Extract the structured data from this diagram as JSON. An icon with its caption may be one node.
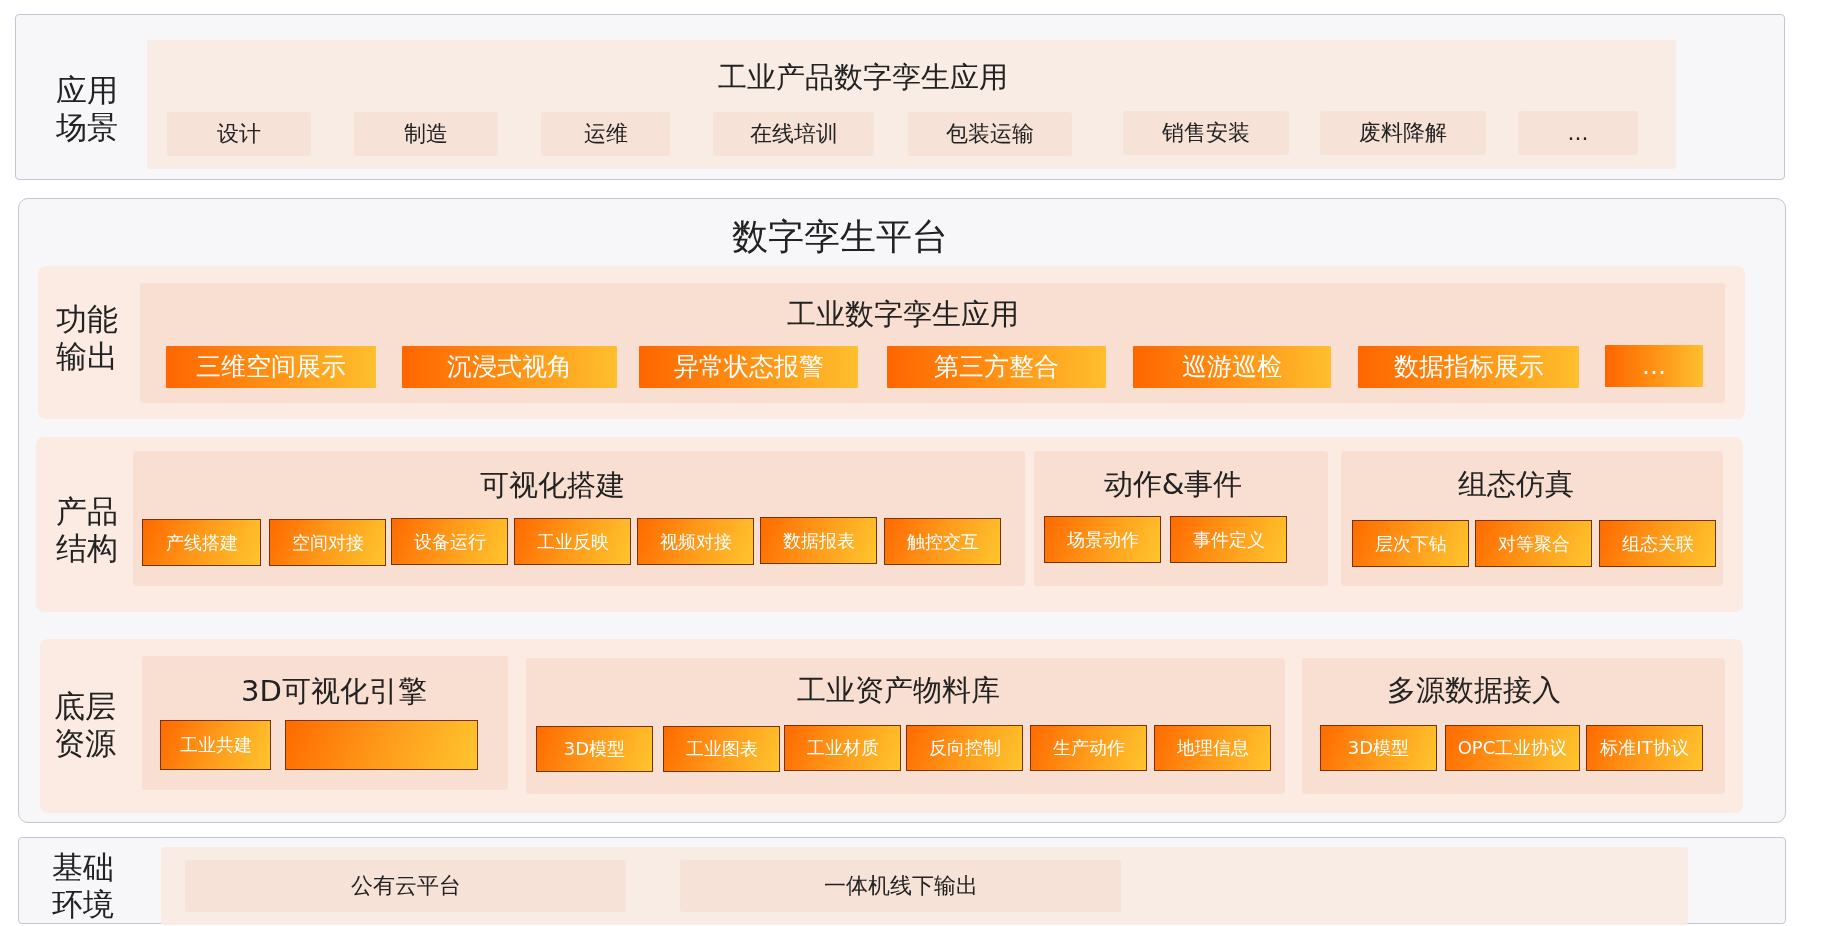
{
  "diagram": {
    "nodes": [
      {
        "text": [
          "应用场景"
        ]
      },
      {
        "text": [
          "工业产品数字孪生应用"
        ],
        "in": 0
      },
      {
        "text": [
          "设计"
        ],
        "in": 1
      },
      {
        "text": [
          "制造"
        ],
        "in": 1
      },
      {
        "text": [
          "运维"
        ],
        "in": 1
      },
      {
        "text": [
          "在线培训"
        ],
        "in": 1
      },
      {
        "text": [
          "包装运输"
        ],
        "in": 1
      },
      {
        "text": [
          "销售安装"
        ],
        "in": 1
      },
      {
        "text": [
          "废料降解"
        ],
        "in": 1
      },
      {
        "text": [
          "..."
        ],
        "in": 1
      },
      {
        "text": [
          "数字孪生平台"
        ]
      },
      {
        "text": [
          "功能输出"
        ],
        "in": 10
      },
      {
        "text": [
          "工业数字孪生应用"
        ],
        "in": 11
      },
      {
        "text": [
          "三维空间展示"
        ],
        "in": 12
      },
      {
        "text": [
          "沉浸式视角"
        ],
        "in": 12
      },
      {
        "text": [
          "异常状态报警"
        ],
        "in": 12
      },
      {
        "text": [
          "第三方整合"
        ],
        "in": 12
      },
      {
        "text": [
          "巡游巡检"
        ],
        "in": 12
      },
      {
        "text": [
          "数据指标展示"
        ],
        "in": 12
      },
      {
        "text": [
          "..."
        ],
        "in": 12
      },
      {
        "text": [
          "产品结构"
        ],
        "in": 10
      },
      {
        "text": [
          "可视化搭建"
        ],
        "in": 20
      },
      {
        "text": [
          "产线搭建"
        ],
        "in": 21
      },
      {
        "text": [
          "空间对接"
        ],
        "in": 21
      },
      {
        "text": [
          "设备运行"
        ],
        "in": 21
      },
      {
        "text": [
          "工业反映"
        ],
        "in": 21
      },
      {
        "text": [
          "视频对接"
        ],
        "in": 21
      },
      {
        "text": [
          "数据报表"
        ],
        "in": 21
      },
      {
        "text": [
          "触控交互"
        ],
        "in": 21
      },
      {
        "text": [
          "动作&事件"
        ],
        "in": 20
      },
      {
        "text": [
          "场景动作"
        ],
        "in": 29
      },
      {
        "text": [
          "事件定义"
        ],
        "in": 29
      },
      {
        "text": [
          "组态仿真"
        ],
        "in": 20
      },
      {
        "text": [
          "层次下钻"
        ],
        "in": 32
      },
      {
        "text": [
          "对等聚合"
        ],
        "in": 32
      },
      {
        "text": [
          "组态关联"
        ],
        "in": 32
      },
      {
        "text": [
          "底层资源"
        ],
        "in": 10
      },
      {
        "text": [
          "3D可视化引擎"
        ],
        "in": 36
      },
      {
        "text": [
          "工业共建"
        ],
        "in": 37
      },
      {
        "text": [],
        "shape": "box",
        "in": 37
      },
      {
        "text": [
          "工业资产物料库"
        ],
        "in": 36
      },
      {
        "text": [
          "3D模型"
        ],
        "in": 40
      },
      {
        "text": [
          "工业图表"
        ],
        "in": 40
      },
      {
        "text": [
          "工业材质"
        ],
        "in": 40
      },
      {
        "text": [
          "反向控制"
        ],
        "in": 40
      },
      {
        "text": [
          "生产动作"
        ],
        "in": 40
      },
      {
        "text": [
          "地理信息"
        ],
        "in": 40
      },
      {
        "text": [
          "多源数据接入"
        ],
        "in": 36
      },
      {
        "text": [
          "3D模型"
        ],
        "in": 47
      },
      {
        "text": [
          "OPC工业协议"
        ],
        "in": 47
      },
      {
        "text": [
          "标准IT协议"
        ],
        "in": 47
      },
      {
        "text": [
          "基础环境"
        ]
      },
      {
        "text": [],
        "shape": "box",
        "in": 51
      },
      {
        "text": [
          "公有云平台"
        ],
        "in": 52
      },
      {
        "text": [
          "一体机线下输出"
        ],
        "in": 52
      }
    ]
  }
}
